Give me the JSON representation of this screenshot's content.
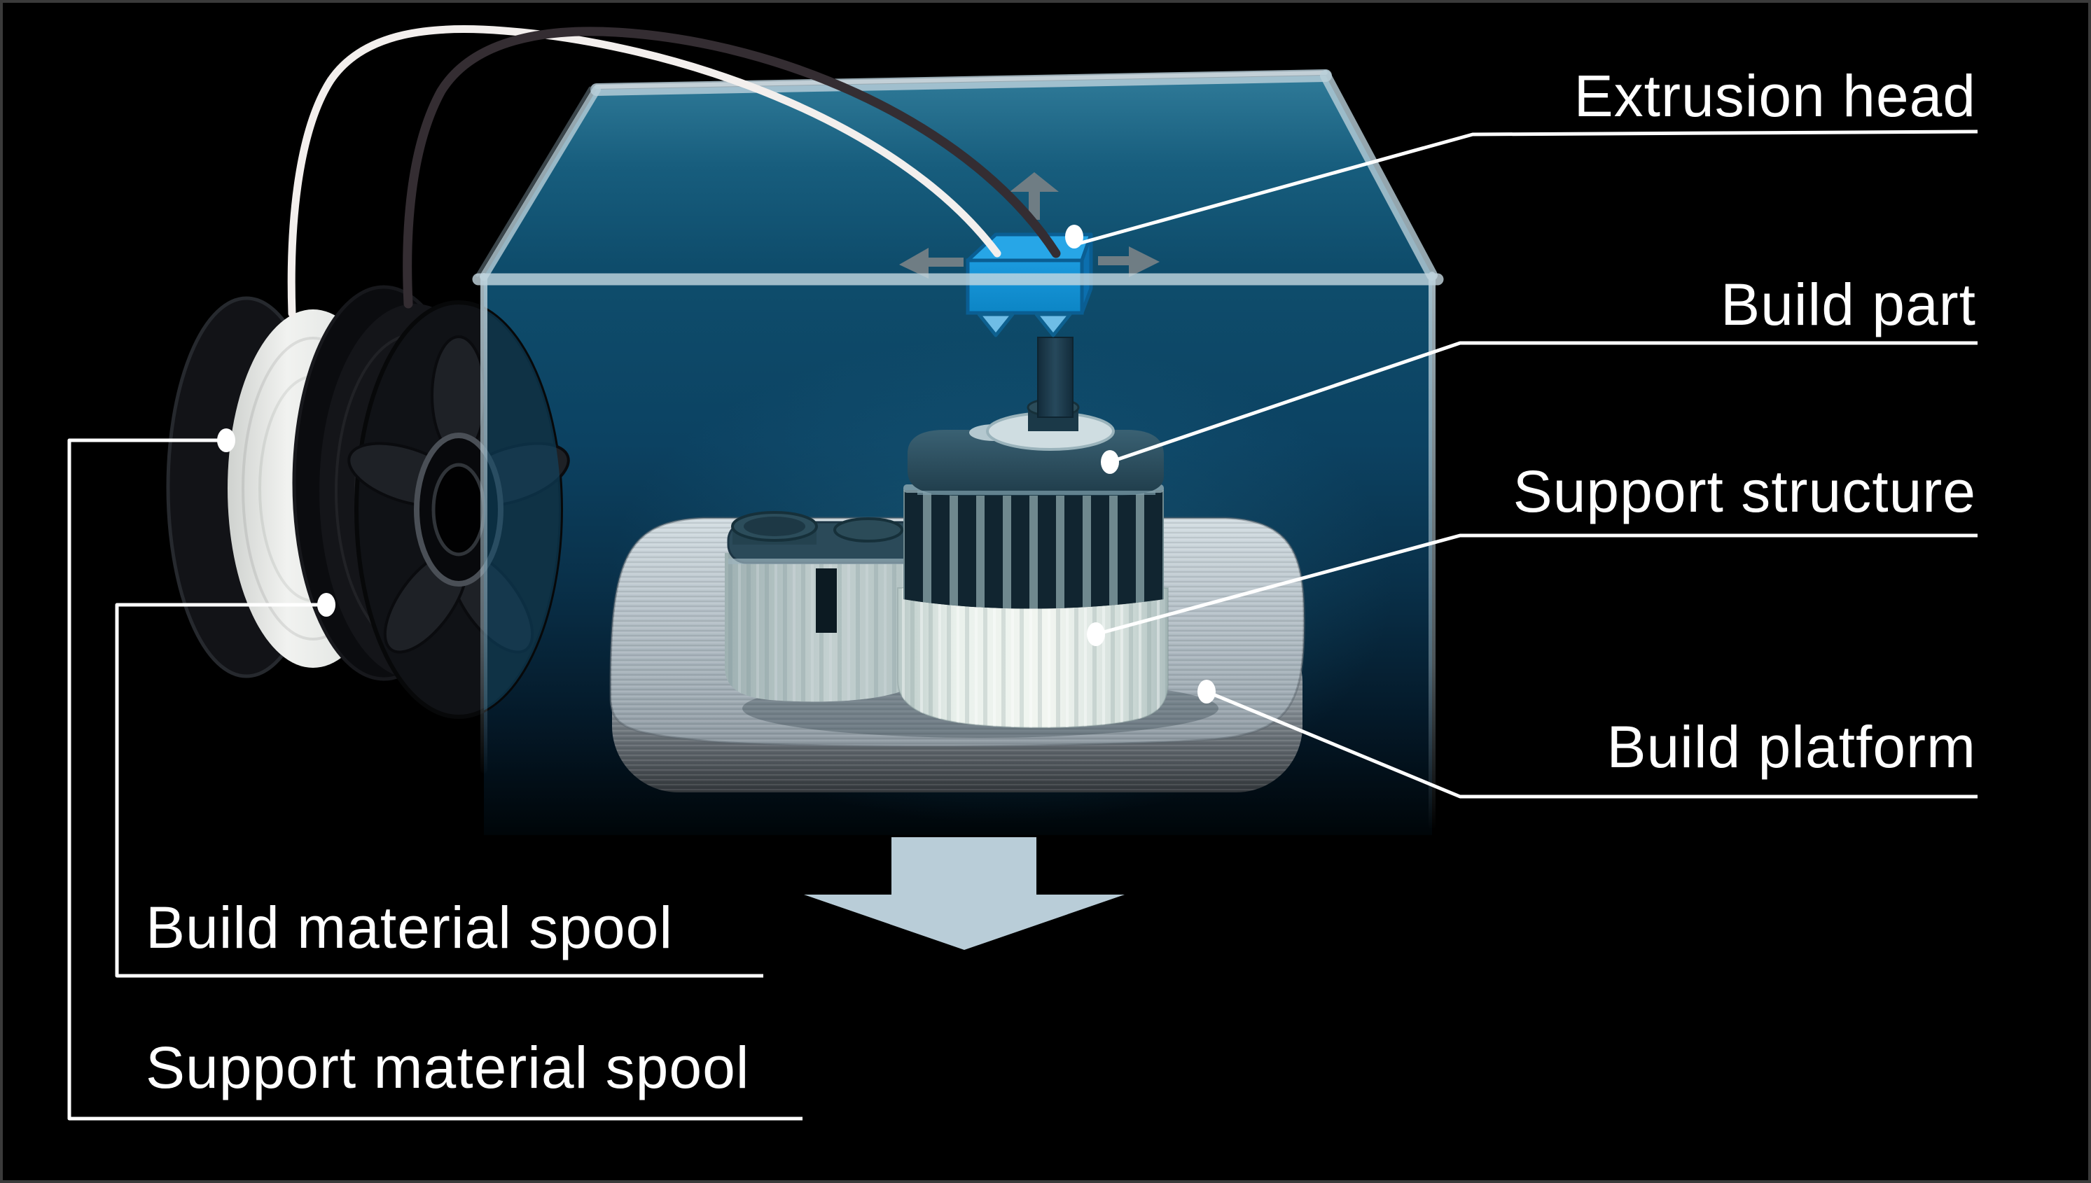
{
  "labels": {
    "extrusion_head": "Extrusion head",
    "build_part": "Build part",
    "support_structure": "Support structure",
    "build_platform": "Build platform",
    "build_material_spool": "Build material spool",
    "support_material_spool": "Support material spool"
  },
  "icons": {
    "motion_up_arrow": "up-arrow",
    "motion_left_arrow": "left-arrow",
    "motion_right_arrow": "right-arrow",
    "platform_down_arrow": "down-arrow"
  },
  "colors": {
    "background": "#000000",
    "chamber_teal_top": "#2f7a98",
    "chamber_teal_front": "#0e4d6c",
    "chamber_edge": "#bdd2dc",
    "extruder_blue": "#1b9ade",
    "nozzle_blue": "#6fbde6",
    "platform_gray": "#b7c2c9",
    "support_white": "#eef3ef",
    "build_part_dark": "#203d4b",
    "motion_arrow_gray": "#6f7d84",
    "down_arrow_blue_gray": "#b9cdd8",
    "build_filament": "#342d32",
    "support_filament": "#f3efed",
    "label_text": "#ffffff"
  }
}
